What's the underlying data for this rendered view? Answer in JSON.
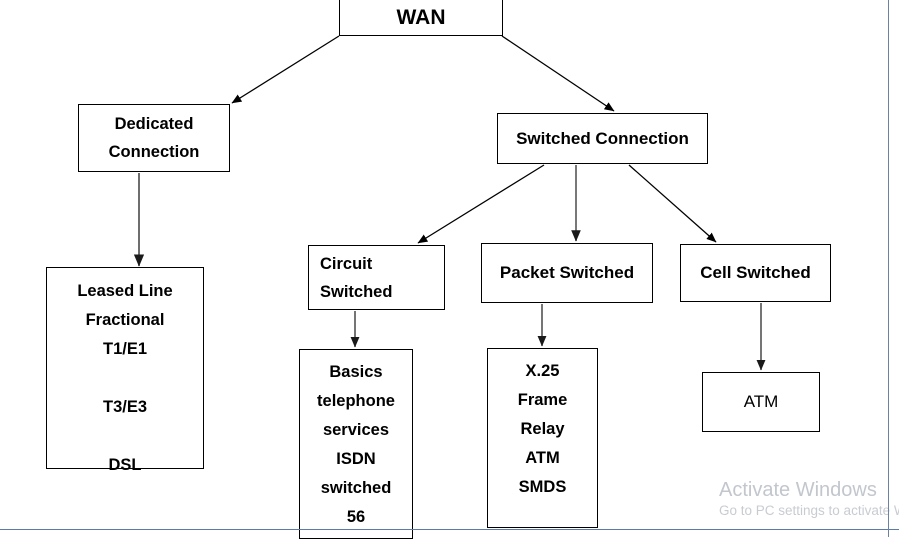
{
  "diagram": {
    "title": "WAN",
    "type": "hierarchy-tree",
    "nodes": {
      "wan": {
        "label": "WAN",
        "lines": [
          "WAN"
        ]
      },
      "dedicated": {
        "label": "Dedicated Connection",
        "lines": [
          "Dedicated",
          "Connection"
        ]
      },
      "switched": {
        "label": "Switched Connection",
        "lines": [
          "Switched Connection"
        ]
      },
      "leased": {
        "label": "Leased Line",
        "lines": [
          "Leased Line",
          "Fractional",
          "T1/E1",
          "",
          "T3/E3",
          "",
          "DSL"
        ]
      },
      "circuit": {
        "label": "Circuit Switched",
        "lines": [
          "Circuit",
          "Switched"
        ]
      },
      "packet": {
        "label": "Packet Switched",
        "lines": [
          "Packet Switched"
        ]
      },
      "cell": {
        "label": "Cell Switched",
        "lines": [
          "Cell Switched"
        ]
      },
      "basics": {
        "label": "Basics telephone services",
        "lines": [
          "Basics",
          "telephone",
          "services",
          "ISDN",
          "switched",
          "56"
        ]
      },
      "x25": {
        "label": "X.25 Frame Relay ATM SMDS",
        "lines": [
          "X.25",
          "Frame",
          "Relay",
          "ATM",
          "SMDS"
        ]
      },
      "atm": {
        "label": "ATM",
        "lines": [
          "ATM"
        ]
      }
    },
    "edges": [
      {
        "from": "wan",
        "to": "dedicated"
      },
      {
        "from": "wan",
        "to": "switched"
      },
      {
        "from": "dedicated",
        "to": "leased"
      },
      {
        "from": "switched",
        "to": "circuit"
      },
      {
        "from": "switched",
        "to": "packet"
      },
      {
        "from": "switched",
        "to": "cell"
      },
      {
        "from": "circuit",
        "to": "basics"
      },
      {
        "from": "packet",
        "to": "x25"
      },
      {
        "from": "cell",
        "to": "atm"
      }
    ],
    "colors": {
      "stroke": "#000000",
      "fill": "#ffffff",
      "text": "#000000",
      "page_edge": "#5b7ba8",
      "watermark": "#c3c7ce"
    }
  },
  "watermark": {
    "title": "Activate Windows",
    "subtitle": "Go to PC settings to activate Windows"
  }
}
